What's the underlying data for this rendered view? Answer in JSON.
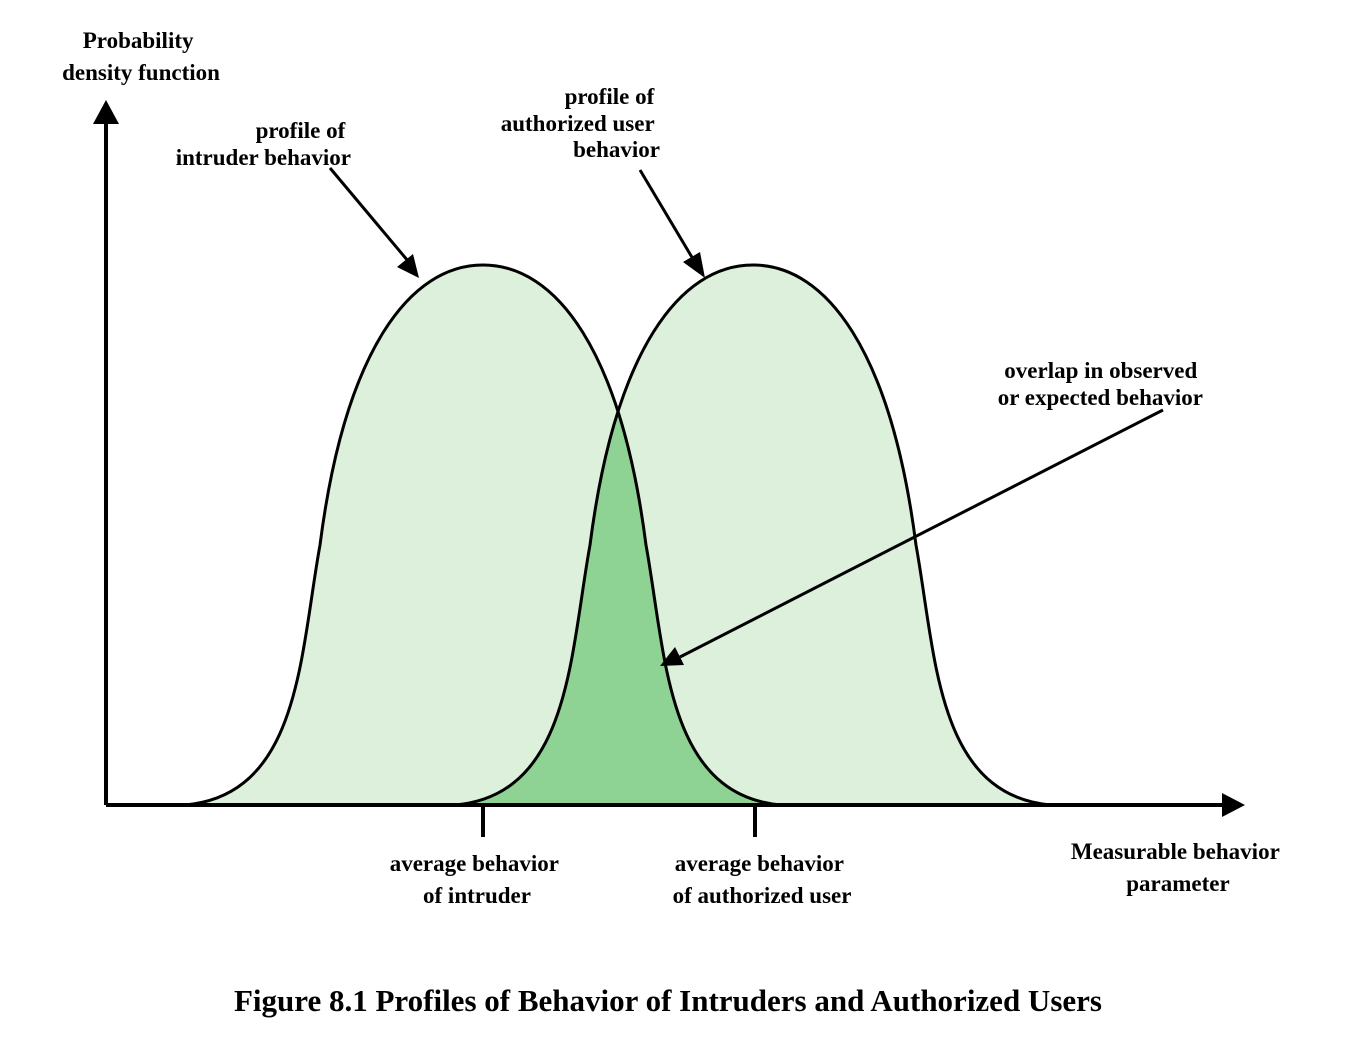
{
  "colors": {
    "curve_fill": "#dcf0dc",
    "overlap_fill": "#8ed294",
    "stroke": "#000000",
    "background": "#ffffff"
  },
  "axes": {
    "y_label": [
      "Probability",
      "density function"
    ],
    "x_label": [
      "Measurable behavior",
      "parameter"
    ]
  },
  "profiles": {
    "intruder": {
      "label": [
        "profile of",
        "intruder behavior"
      ],
      "mean_label": [
        "average behavior",
        "of intruder"
      ]
    },
    "authorized": {
      "label": [
        "profile of",
        "authorized user",
        "behavior"
      ],
      "mean_label": [
        "average behavior",
        "of authorized user"
      ]
    }
  },
  "overlap": {
    "label": [
      "overlap in observed",
      "or expected behavior"
    ]
  },
  "caption": "Figure 8.1  Profiles of Behavior of Intruders and Authorized Users"
}
